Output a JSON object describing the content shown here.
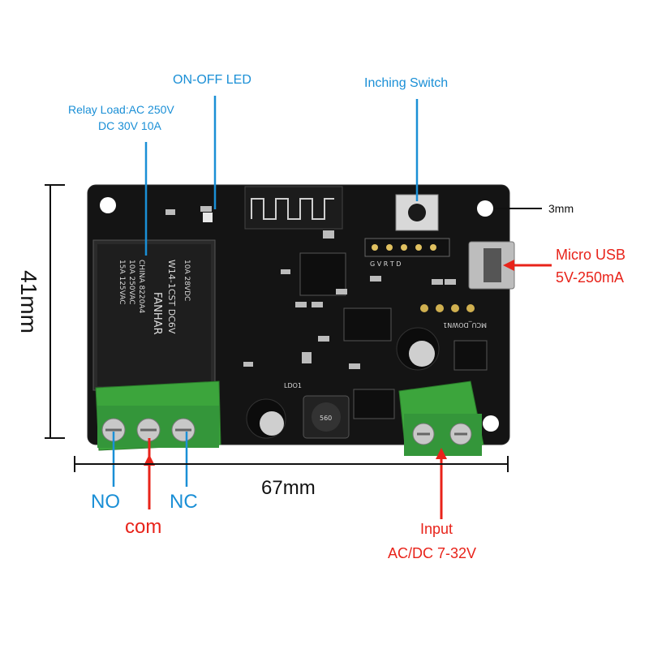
{
  "labels": {
    "on_off_led": "ON-OFF LED",
    "inching_switch": "Inching Switch",
    "relay_load_line1": "Relay Load:AC 250V",
    "relay_load_line2": "DC 30V 10A",
    "mount_hole": "3mm",
    "micro_usb_line1": "Micro USB",
    "micro_usb_line2": "5V-250mA",
    "height": "41mm",
    "width": "67mm",
    "no": "NO",
    "com": "com",
    "nc": "NC",
    "input_line1": "Input",
    "input_line2": "AC/DC 7-32V"
  },
  "board_text": {
    "relay_brand": "FANHAR",
    "relay_model": "W14-1CST DC6V",
    "relay_rating1": "15A 125VAC",
    "relay_rating2": "10A 250VAC",
    "relay_rating3": "CHINA 8220A4",
    "relay_extra": "10A 28VDC",
    "header_pins": "G V R T D",
    "mcu_download": "MCU_DOWN1",
    "ldo": "LDO1",
    "inductor": "560"
  },
  "colors": {
    "annotation_blue": "#1a8fd6",
    "annotation_red": "#e8231a",
    "board": "#141414",
    "terminal_green": "#3ca53c"
  }
}
